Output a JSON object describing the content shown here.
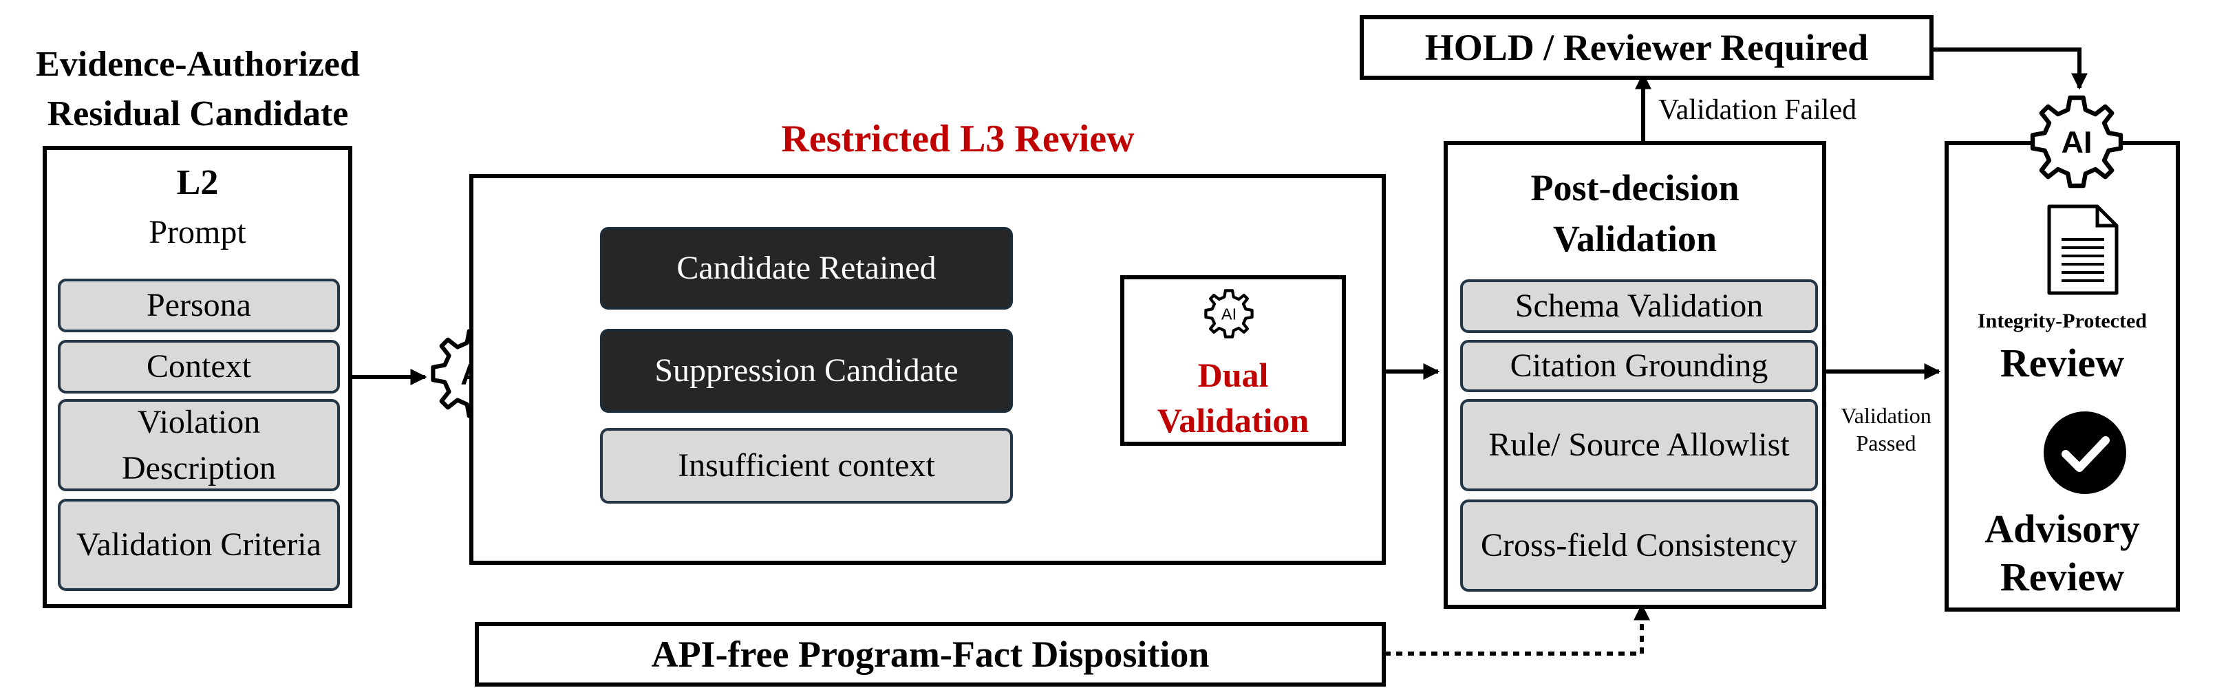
{
  "left_panel": {
    "heading_line1": "Evidence-Authorized",
    "heading_line2": "Residual Candidate",
    "title": "L2",
    "subtitle": "Prompt",
    "items": [
      "Persona",
      "Context",
      "Violation Description",
      "Validation Criteria"
    ]
  },
  "router_icon": "ai-gear-icon",
  "review": {
    "title": "Restricted L3 Review",
    "title_color": "#c00000",
    "outcomes": [
      "Candidate Retained",
      "Suppression Candidate",
      "Insufficient context"
    ],
    "dual_validation_line1": "Dual",
    "dual_validation_line2": "Validation"
  },
  "hold": {
    "label": "HOLD / Reviewer Required",
    "edge_label": "Validation Failed"
  },
  "post": {
    "title_line1": "Post-decision",
    "title_line2": "Validation",
    "items": [
      "Schema Validation",
      "Citation Grounding",
      "Rule/ Source Allowlist",
      "Cross-field Consistency"
    ]
  },
  "passed_label": "Validation Passed",
  "api_free": {
    "label": "API-free Program-Fact Disposition"
  },
  "output": {
    "doc_icon": "document-icon",
    "integrity_label": "Integrity-Protected",
    "review_label": "Review",
    "check_icon": "checkmark-icon",
    "advisory_line1": "Advisory",
    "advisory_line2": "Review"
  }
}
